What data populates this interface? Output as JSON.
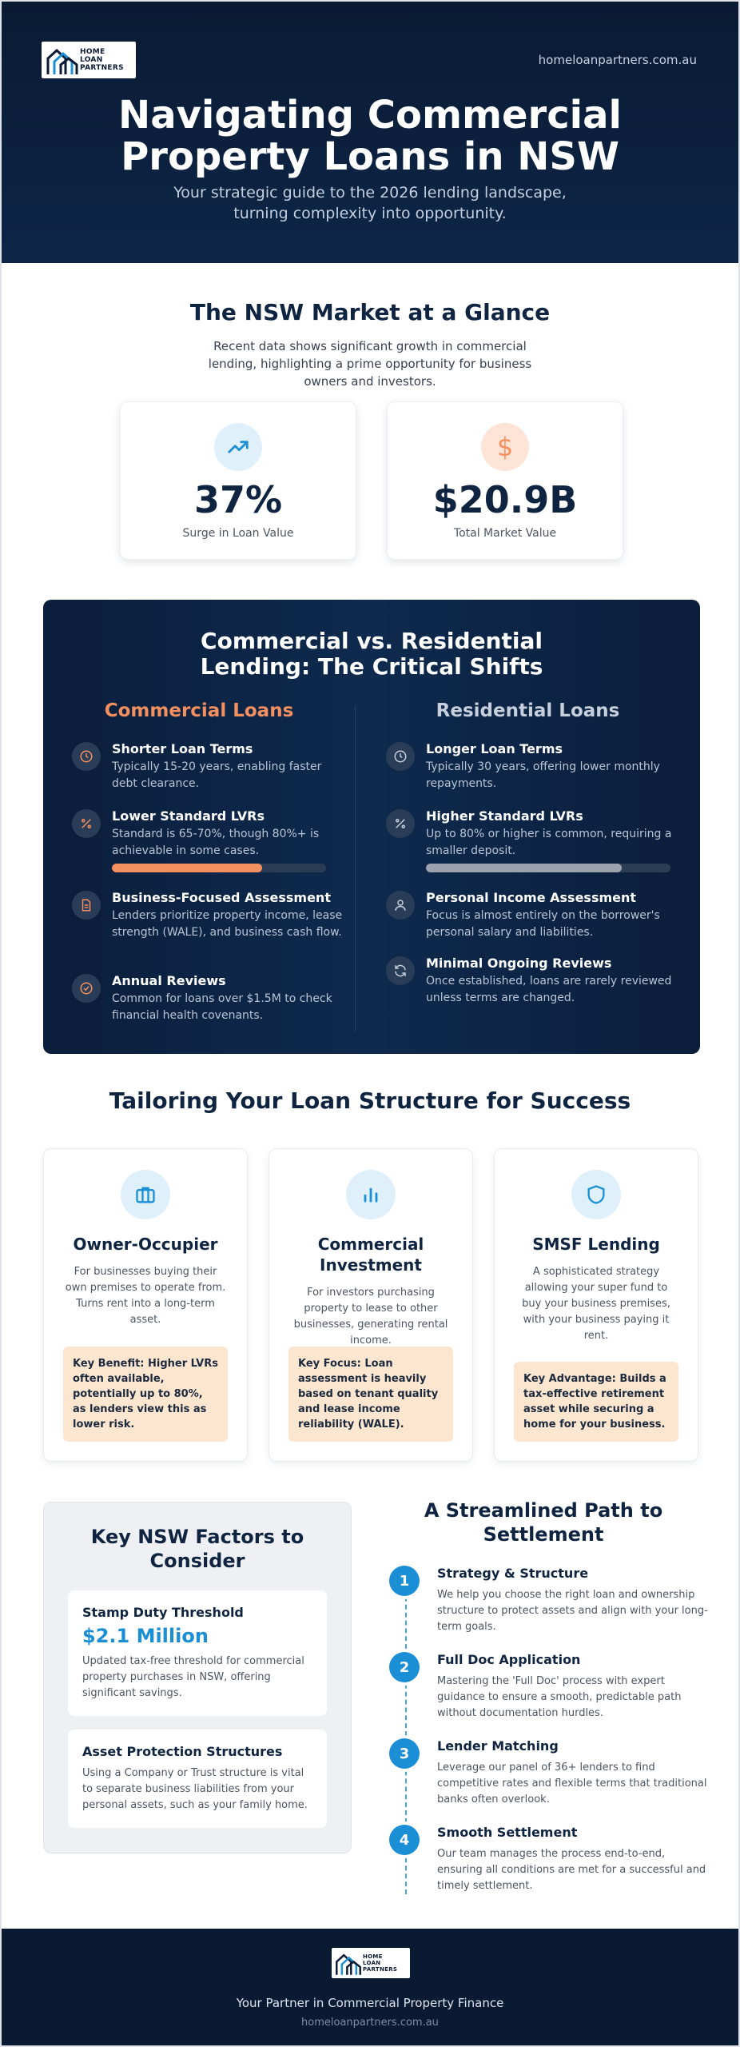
{
  "header": {
    "logo_line1": "HOME",
    "logo_line2": "LOAN",
    "logo_line3": "PARTNERS",
    "website": "homeloanpartners.com.au",
    "title": "Navigating Commercial Property Loans in NSW",
    "subtitle": "Your strategic guide to the 2026 lending landscape, turning complexity into opportunity."
  },
  "market": {
    "title": "The NSW Market at a Glance",
    "subtitle": "Recent data shows significant growth in commercial lending, highlighting a prime opportunity for business owners and investors.",
    "stats": [
      {
        "icon": "trending-up-icon",
        "value": "37%",
        "label": "Surge in Loan Value",
        "color": "#1a8fd6"
      },
      {
        "icon": "dollar-icon",
        "value": "$20.9B",
        "label": "Total Market Value",
        "color": "#f4905f"
      }
    ]
  },
  "comparison": {
    "title": "Commercial vs. Residential Lending: The Critical Shifts",
    "commercial": {
      "heading": "Commercial Loans",
      "color": "#f4905f",
      "lvr_fill": 0.7,
      "items": [
        {
          "icon": "clock-icon",
          "title": "Shorter Loan Terms",
          "desc": "Typically 15-20 years, enabling faster debt clearance."
        },
        {
          "icon": "percent-icon",
          "title": "Lower Standard LVRs",
          "desc": "Standard is 65-70%, though 80%+ is achievable in some cases."
        },
        {
          "icon": "document-icon",
          "title": "Business-Focused Assessment",
          "desc": "Lenders prioritize property income, lease strength (WALE), and business cash flow."
        },
        {
          "icon": "check-circle-icon",
          "title": "Annual Reviews",
          "desc": "Common for loans over $1.5M to check financial health covenants."
        }
      ]
    },
    "residential": {
      "heading": "Residential Loans",
      "color": "#9ca3af",
      "lvr_fill": 0.8,
      "items": [
        {
          "icon": "clock-icon",
          "title": "Longer Loan Terms",
          "desc": "Typically 30 years, offering lower monthly repayments."
        },
        {
          "icon": "percent-icon",
          "title": "Higher Standard LVRs",
          "desc": "Up to 80% or higher is common, requiring a smaller deposit."
        },
        {
          "icon": "user-icon",
          "title": "Personal Income Assessment",
          "desc": "Focus is almost entirely on the borrower's personal salary and liabilities."
        },
        {
          "icon": "refresh-icon",
          "title": "Minimal Ongoing Reviews",
          "desc": "Once established, loans are rarely reviewed unless terms are changed."
        }
      ]
    }
  },
  "structures": {
    "title": "Tailoring Your Loan Structure for Success",
    "cards": [
      {
        "icon": "briefcase-icon",
        "title": "Owner-Occupier",
        "desc": "For businesses buying their own premises to operate from. Turns rent into a long-term asset.",
        "key": "Key Benefit: Higher LVRs often available, potentially up to 80%, as lenders view this as lower risk."
      },
      {
        "icon": "bar-chart-icon",
        "title": "Commercial Investment",
        "desc": "For investors purchasing property to lease to other businesses, generating rental income.",
        "key": "Key Focus: Loan assessment is heavily based on tenant quality and lease income reliability (WALE)."
      },
      {
        "icon": "shield-icon",
        "title": "SMSF Lending",
        "desc": "A sophisticated strategy allowing your super fund to buy your business premises, with your business paying it rent.",
        "key": "Key Advantage: Builds a tax-effective retirement asset while securing a home for your business."
      }
    ]
  },
  "factors": {
    "title": "Key NSW Factors to Consider",
    "items": [
      {
        "title": "Stamp Duty Threshold",
        "value": "$2.1 Million",
        "desc": "Updated tax-free threshold for commercial property purchases in NSW, offering significant savings."
      },
      {
        "title": "Asset Protection Structures",
        "desc": "Using a Company or Trust structure is vital to separate business liabilities from your personal assets, such as your family home."
      }
    ]
  },
  "path": {
    "title": "A Streamlined Path to Settlement",
    "steps": [
      {
        "num": "1",
        "title": "Strategy & Structure",
        "desc": "We help you choose the right loan and ownership structure to protect assets and align with your long-term goals."
      },
      {
        "num": "2",
        "title": "Full Doc Application",
        "desc": "Mastering the 'Full Doc' process with expert guidance to ensure a smooth, predictable path without documentation hurdles."
      },
      {
        "num": "3",
        "title": "Lender Matching",
        "desc": "Leverage our panel of 36+ lenders to find competitive rates and flexible terms that traditional banks often overlook."
      },
      {
        "num": "4",
        "title": "Smooth Settlement",
        "desc": "Our team manages the process end-to-end, ensuring all conditions are met for a successful and timely settlement."
      }
    ]
  },
  "footer": {
    "tagline": "Your Partner in Commercial Property Finance",
    "website": "homeloanpartners.com.au"
  }
}
